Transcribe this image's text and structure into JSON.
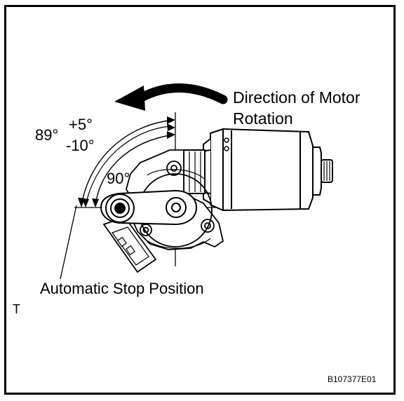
{
  "labels": {
    "direction_line1": "Direction of Motor",
    "direction_line2": "Rotation",
    "angle_base": "89°",
    "tol_plus": "+5°",
    "tol_minus": "-10°",
    "angle_90": "90°",
    "stop_position": "Automatic Stop Position",
    "side_letter": "T",
    "figure_code": "B107377E01"
  },
  "colors": {
    "ink": "#000000",
    "paper": "#ffffff"
  }
}
